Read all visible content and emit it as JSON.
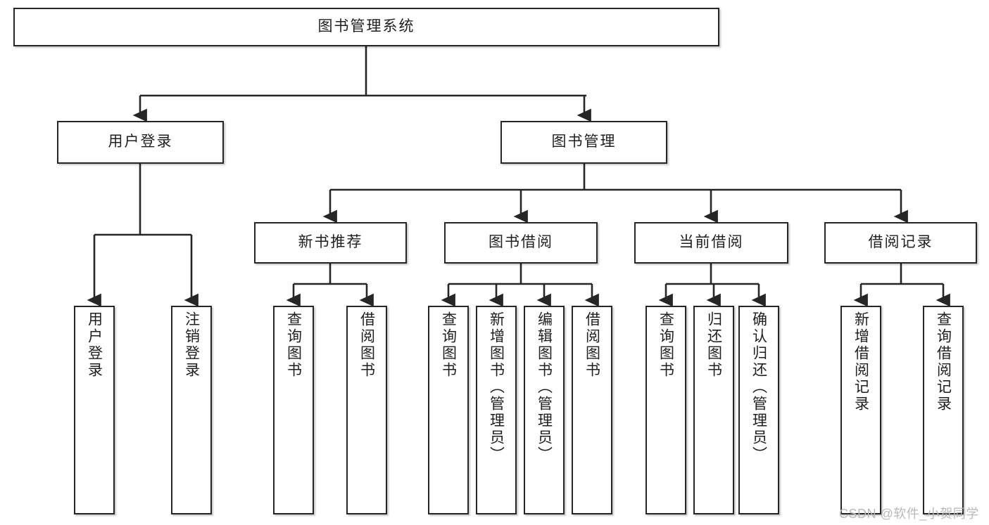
{
  "diagram": {
    "title": "图书管理系统",
    "type": "tree-structure-chart",
    "watermark": "CSDN @软件_小贺同学",
    "colors": {
      "box_border": "#262626",
      "box_fill": "#ffffff",
      "edge": "#262626",
      "text": "#1f1f1f",
      "watermark": "#b9b9b9",
      "background": "#ffffff"
    },
    "nodes": {
      "root": {
        "label": "图书管理系统"
      },
      "level2": [
        {
          "label": "用户登录"
        },
        {
          "label": "图书管理"
        }
      ],
      "level3": [
        {
          "label": "新书推荐"
        },
        {
          "label": "图书借阅"
        },
        {
          "label": "当前借阅"
        },
        {
          "label": "借阅记录"
        }
      ],
      "leaves": {
        "user_login": [
          {
            "label": "用户登录"
          },
          {
            "label": "注销登录"
          }
        ],
        "new_book_recommend": [
          {
            "label": "查询图书"
          },
          {
            "label": "借阅图书"
          }
        ],
        "book_borrow": [
          {
            "label": "查询图书"
          },
          {
            "label": "新增图书（管理员）"
          },
          {
            "label": "编辑图书（管理员）"
          },
          {
            "label": "借阅图书"
          }
        ],
        "current_borrow": [
          {
            "label": "查询图书"
          },
          {
            "label": "归还图书"
          },
          {
            "label": "确认归还（管理员）"
          }
        ],
        "borrow_record": [
          {
            "label": "新增借阅记录"
          },
          {
            "label": "查询借阅记录"
          }
        ]
      }
    }
  }
}
